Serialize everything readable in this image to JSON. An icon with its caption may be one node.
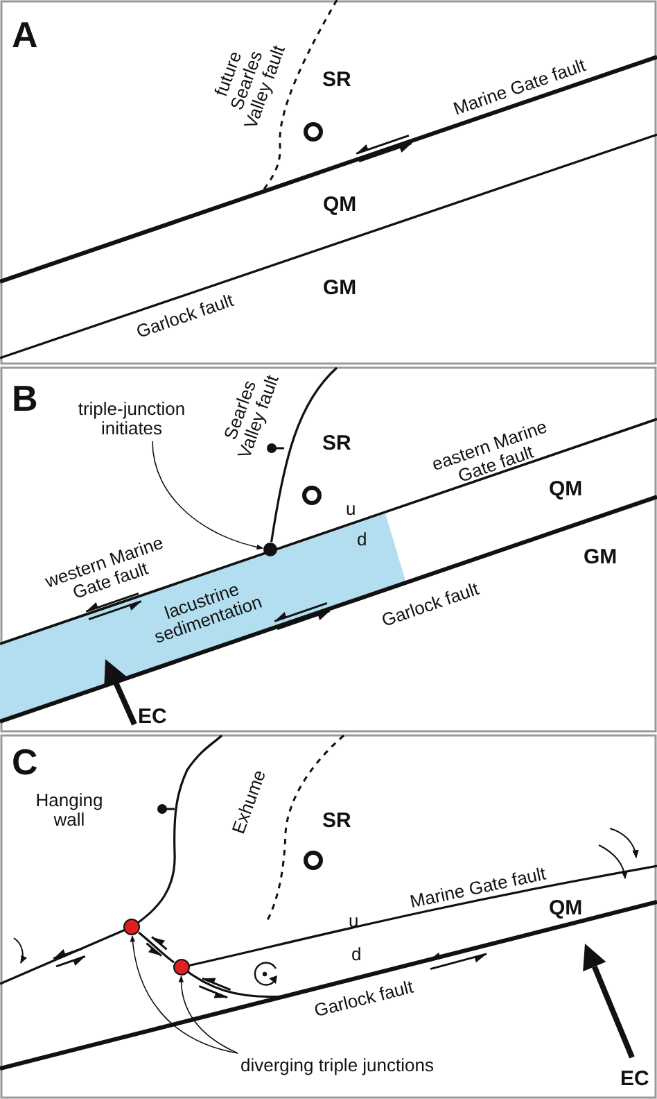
{
  "diagram": {
    "nodes": [
      {
        "text": [
          "triple-junction initiates"
        ]
      },
      {
        "text": [],
        "shape": "circle"
      },
      {
        "text": [
          "diverging triple junctions"
        ]
      },
      {
        "text": [],
        "shape": "circle"
      },
      {
        "text": [],
        "shape": "circle"
      }
    ],
    "edges": [
      {
        "from": 0,
        "to": 1,
        "arrow": "to"
      },
      {
        "from": 2,
        "to": 3,
        "arrow": "to"
      },
      {
        "from": 2,
        "to": 4,
        "arrow": "to"
      },
      {
        "from": 3,
        "to": 4,
        "arrow": "none"
      },
      {
        "from": null,
        "to": 1,
        "arrow": "none"
      }
    ],
    "labels": [
      "A",
      "future Searles Valley fault",
      "SR",
      "Marine Gate fault",
      "QM",
      "GM",
      "Garlock fault",
      "B",
      "Searles Valley fault",
      "SR",
      "eastern Marine Gate fault",
      "QM",
      "u",
      "d",
      "western Marine Gate fault",
      "GM",
      "lacustrine sedimentation",
      "Garlock fault",
      "EC",
      "C",
      "Hanging wall",
      "Exhume",
      "SR",
      "Marine Gate fault",
      "QM",
      "u",
      "d",
      "Garlock fault",
      "EC"
    ]
  }
}
